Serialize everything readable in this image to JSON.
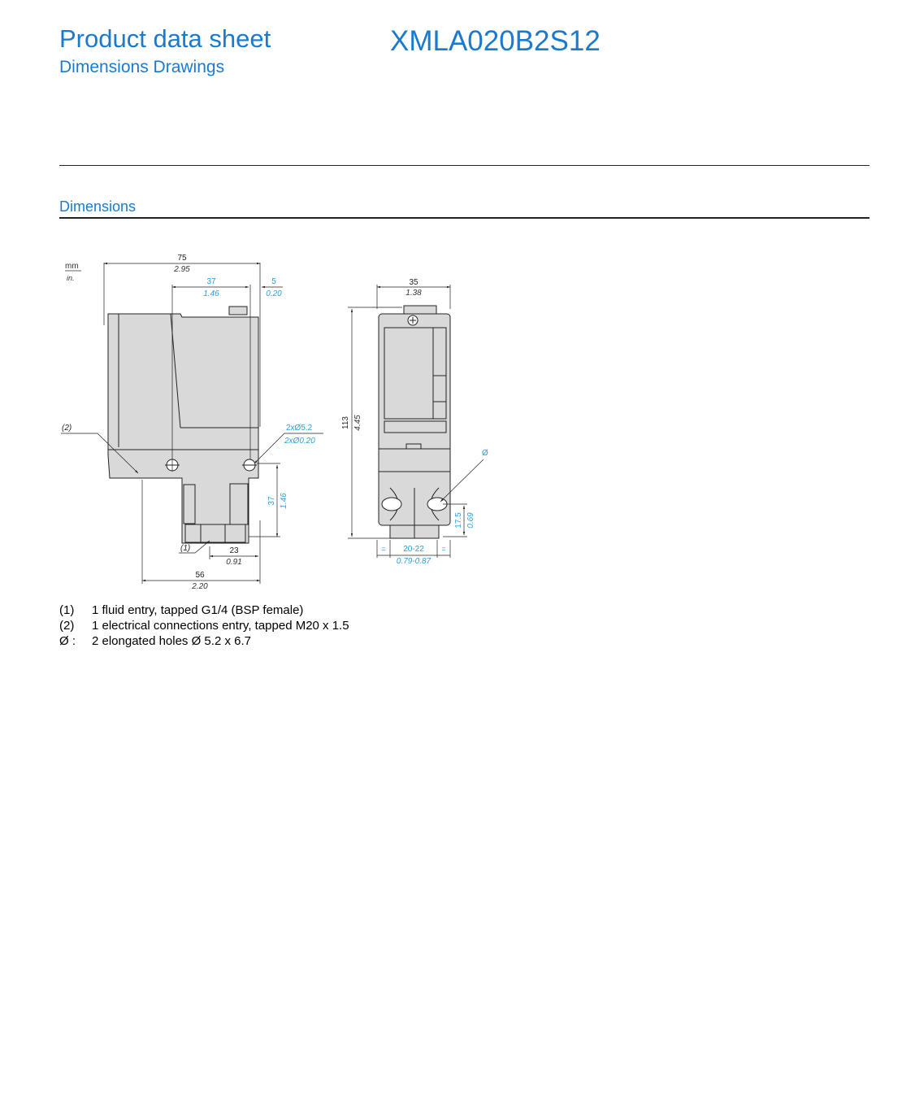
{
  "header": {
    "title": "Product data sheet",
    "subtitle": "Dimensions Drawings",
    "product_code": "XMLA020B2S12"
  },
  "section": {
    "title": "Dimensions"
  },
  "drawing": {
    "units": {
      "primary": "mm",
      "secondary": "in."
    },
    "side_view": {
      "overall_width": {
        "mm": "75",
        "in": "2.95"
      },
      "mount_spacing": {
        "mm": "37",
        "in": "1.46"
      },
      "right_offset": {
        "mm": "5",
        "in": "0.20"
      },
      "hole_dia": {
        "mm": "2xØ5.2",
        "in": "2xØ0.20"
      },
      "lower_height": {
        "mm": "37",
        "in": "1.46"
      },
      "fluid_offset": {
        "mm": "23",
        "in": "0.91"
      },
      "base_width": {
        "mm": "56",
        "in": "2.20"
      },
      "callout_1": "(1)",
      "callout_2": "(2)"
    },
    "front_view": {
      "width": {
        "mm": "35",
        "in": "1.38"
      },
      "height": {
        "mm": "113",
        "in": "4.45"
      },
      "hole_height": {
        "mm": "17.5",
        "in": "0.69"
      },
      "hole_spacing": {
        "mm": "20-22",
        "in": "0.79-0.87"
      },
      "equal_mark": "=",
      "hole_symbol": "Ø"
    },
    "colors": {
      "blue_dim": "#2a9ee0",
      "body_fill": "#d9d9d9",
      "line": "#222222"
    }
  },
  "notes": [
    {
      "key": "(1)",
      "text": "1 fluid entry, tapped G1/4 (BSP female)"
    },
    {
      "key": "(2)",
      "text": "1 electrical connections entry, tapped M20 x 1.5"
    },
    {
      "key": "Ø :",
      "text": "2 elongated holes Ø 5.2 x 6.7"
    }
  ]
}
